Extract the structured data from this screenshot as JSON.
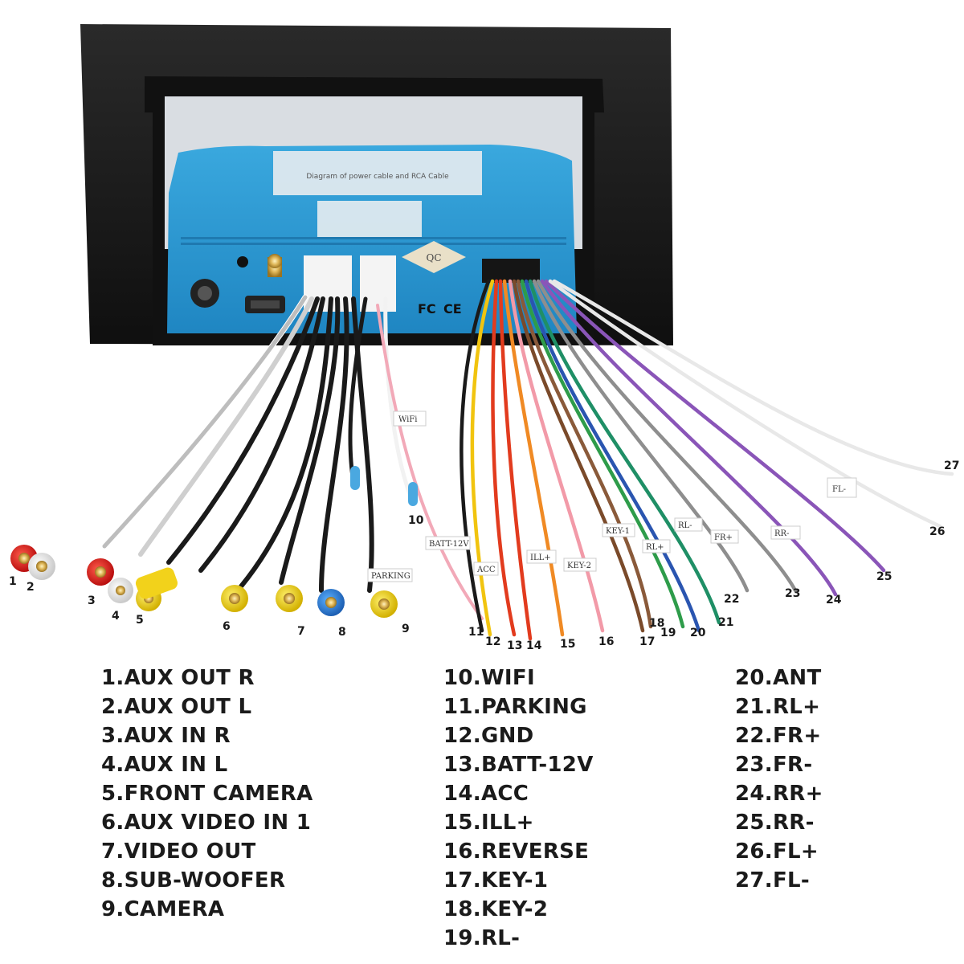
{
  "board": {
    "fcc_mark": "FC",
    "ce_mark": "CE",
    "sticker_text": "Diagram of power cable and RCA Cable"
  },
  "tags": {
    "wifi": "WiFi",
    "batt": "BATT-12V",
    "acc": "ACC",
    "parking": "PARKING",
    "ill": "ILL+",
    "key2": "KEY-2",
    "key1": "KEY-1",
    "rl": "RL-",
    "rlp": "RL+",
    "fl": "FL-",
    "frp": "FR+",
    "rr": "RR-"
  },
  "callouts": [
    "1",
    "2",
    "3",
    "4",
    "5",
    "6",
    "7",
    "8",
    "9",
    "10",
    "11",
    "12",
    "13",
    "14",
    "15",
    "16",
    "17",
    "18",
    "19",
    "20",
    "21",
    "22",
    "23",
    "24",
    "25",
    "26",
    "27"
  ],
  "legend": {
    "col1": [
      "1.AUX OUT R",
      "2.AUX OUT L",
      "3.AUX IN R",
      "4.AUX IN L",
      "5.FRONT CAMERA",
      "6.AUX VIDEO IN 1",
      "7.VIDEO OUT",
      "8.SUB-WOOFER",
      "9.CAMERA"
    ],
    "col2": [
      "10.WIFI",
      "11.PARKING",
      "12.GND",
      "13.BATT-12V",
      "14.ACC",
      "15.ILL+",
      "16.REVERSE",
      "17.KEY-1",
      "18.KEY-2",
      "19.RL-"
    ],
    "col3": [
      "20.ANT",
      "21.RL+",
      "22.FR+",
      "23.FR-",
      "24.RR+",
      "25.RR-",
      "26.FL+",
      "27.FL-"
    ]
  },
  "colors": {
    "chassis": "#1b1b1b",
    "board_blue": "#2f9fd6",
    "rca_red": "#e02020",
    "rca_yellow": "#f2d21b",
    "rca_blue": "#2c7fd1",
    "wire_purple": "#8a55b8"
  }
}
